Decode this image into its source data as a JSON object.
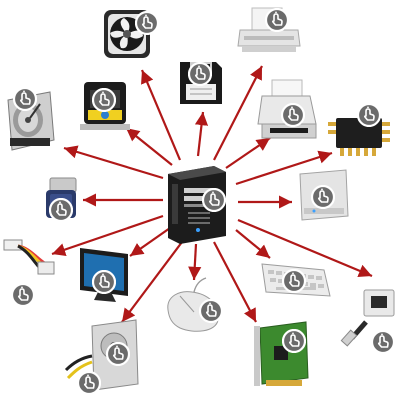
{
  "colors": {
    "background": "#ffffff",
    "arrow": "#b01818",
    "badge": "#6b6b6b",
    "device_dark": "#222222",
    "device_light": "#e9e9e9",
    "pcb_green": "#3c8a2e",
    "monitor_screen": "#1f6fb0"
  },
  "hub": {
    "icon": "tower-pc-icon",
    "action_icon": "touch-icon"
  },
  "peripherals": [
    {
      "id": "cooling-fan",
      "icon": "cooling-fan-icon",
      "action_icon": "touch-icon"
    },
    {
      "id": "floppy-disk",
      "icon": "floppy-disk-icon",
      "action_icon": "touch-icon"
    },
    {
      "id": "dot-matrix-printer",
      "icon": "dot-matrix-printer-icon",
      "action_icon": "touch-icon"
    },
    {
      "id": "hard-drive",
      "icon": "hard-drive-icon",
      "action_icon": "touch-icon"
    },
    {
      "id": "webcam-scanner",
      "icon": "webcam-icon",
      "action_icon": "touch-icon"
    },
    {
      "id": "printer",
      "icon": "printer-icon",
      "action_icon": "touch-icon"
    },
    {
      "id": "memory-chip",
      "icon": "memory-chip-icon",
      "action_icon": "touch-icon"
    },
    {
      "id": "usb-flash-drive",
      "icon": "usb-drive-icon",
      "action_icon": "touch-icon"
    },
    {
      "id": "external-drive",
      "icon": "external-drive-icon",
      "action_icon": "touch-icon"
    },
    {
      "id": "ribbon-cable",
      "icon": "ribbon-cable-icon",
      "action_icon": "touch-icon"
    },
    {
      "id": "lcd-monitor",
      "icon": "monitor-icon",
      "action_icon": "touch-icon"
    },
    {
      "id": "keyboard",
      "icon": "keyboard-icon",
      "action_icon": "touch-icon"
    },
    {
      "id": "network-port",
      "icon": "network-port-icon",
      "action_icon": "touch-icon"
    },
    {
      "id": "computer-mouse",
      "icon": "mouse-icon",
      "action_icon": "touch-icon"
    },
    {
      "id": "power-supply",
      "icon": "power-supply-icon",
      "action_icon": "touch-icon"
    },
    {
      "id": "expansion-card",
      "icon": "expansion-card-icon",
      "action_icon": "touch-icon"
    }
  ]
}
